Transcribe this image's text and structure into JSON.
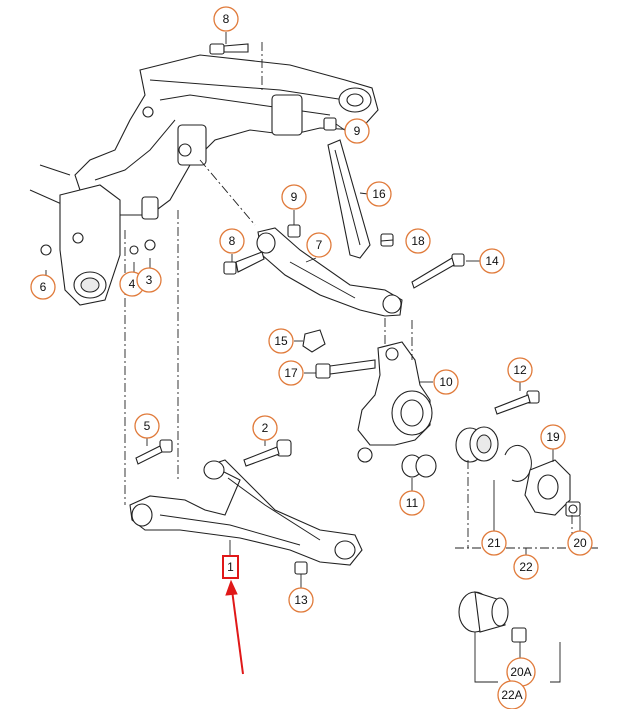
{
  "callouts": {
    "c8a": "8",
    "c9a": "9",
    "c16": "16",
    "c9b": "9",
    "c18": "18",
    "c8b": "8",
    "c7": "7",
    "c14": "14",
    "c6": "6",
    "c4": "4",
    "c3": "3",
    "c15": "15",
    "c17": "17",
    "c10": "10",
    "c12": "12",
    "c19": "19",
    "c5": "5",
    "c2": "2",
    "c11": "11",
    "c21": "21",
    "c20": "20",
    "c22": "22",
    "c13": "13",
    "c20A": "20A",
    "c22A": "22A",
    "highlight1": "1"
  },
  "colors": {
    "callout_ring": "#e07a3a",
    "highlight_box": "#e01818",
    "arrow": "#e01818",
    "linework": "#222222"
  }
}
